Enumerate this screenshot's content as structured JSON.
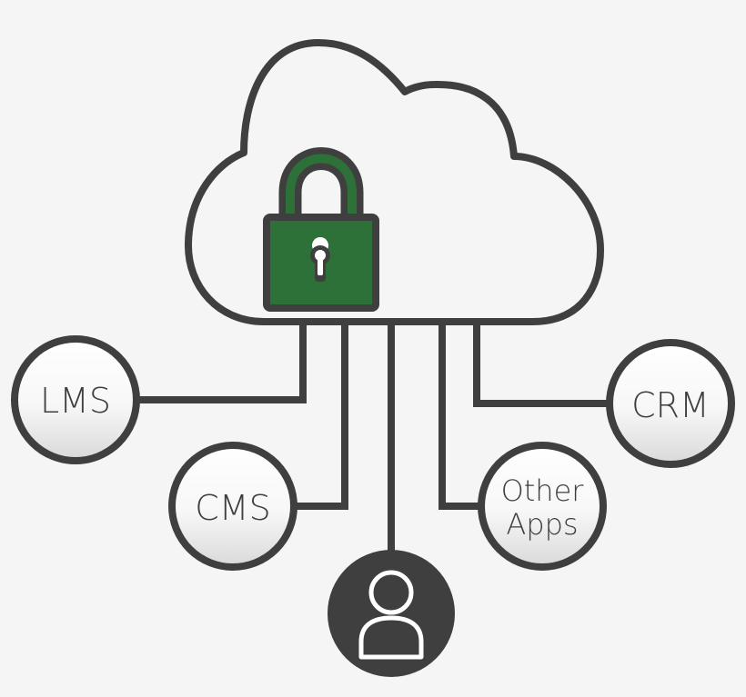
{
  "colors": {
    "background": "#f5f5f5",
    "stroke": "#3f3f3f",
    "lock_fill": "#2d7038",
    "user_fill": "#3f3f3f",
    "user_icon": "#ffffff",
    "node_fill_top": "#ffffff",
    "node_fill_bottom": "#dedede"
  },
  "cloud": {
    "icon": "cloud-icon",
    "lock_icon": "padlock-icon"
  },
  "nodes": {
    "lms": {
      "label": "LMS"
    },
    "cms": {
      "label": "CMS"
    },
    "crm": {
      "label": "CRM"
    },
    "other_apps": {
      "label_line1": "Other",
      "label_line2": "Apps"
    },
    "user": {
      "icon": "user-icon"
    }
  }
}
